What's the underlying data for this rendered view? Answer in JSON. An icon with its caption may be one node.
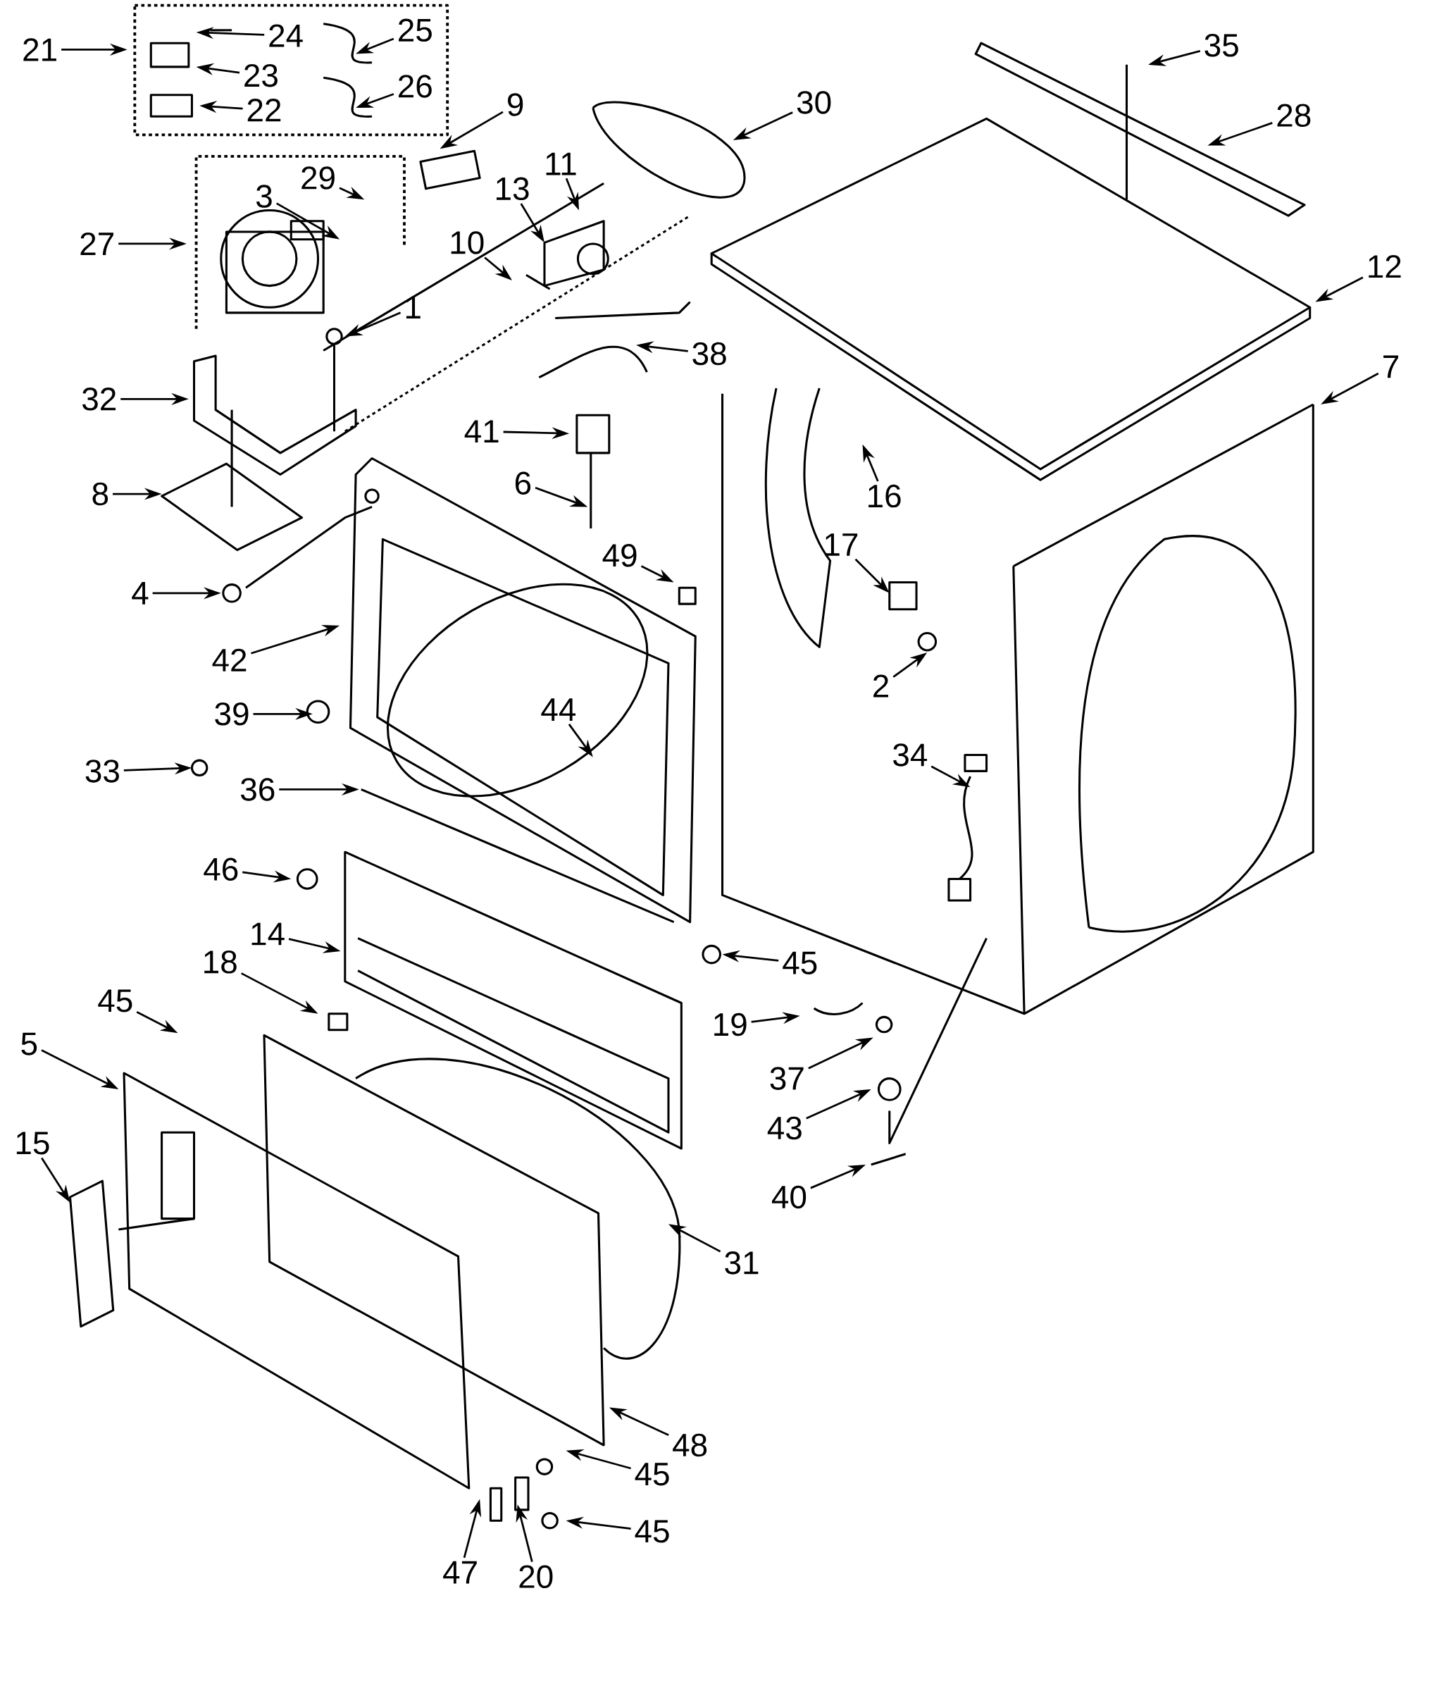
{
  "diagram": {
    "nodes": [
      {
        "text": [
          "21"
        ]
      },
      {
        "text": [
          "24"
        ]
      },
      {
        "text": [
          "25"
        ]
      },
      {
        "text": [
          "23"
        ]
      },
      {
        "text": [
          "26"
        ]
      },
      {
        "text": [
          "22"
        ]
      },
      {
        "text": [
          "9"
        ]
      },
      {
        "text": [
          "30"
        ]
      },
      {
        "text": [
          "35"
        ]
      },
      {
        "text": [
          "28"
        ]
      },
      {
        "text": [
          "29"
        ]
      },
      {
        "text": [
          "3"
        ]
      },
      {
        "text": [
          "13"
        ]
      },
      {
        "text": [
          "11"
        ]
      },
      {
        "text": [
          "27"
        ]
      },
      {
        "text": [
          "10"
        ]
      },
      {
        "text": [
          "12"
        ]
      },
      {
        "text": [
          "1"
        ]
      },
      {
        "text": [
          "38"
        ]
      },
      {
        "text": [
          "7"
        ]
      },
      {
        "text": [
          "32"
        ]
      },
      {
        "text": [
          "41"
        ]
      },
      {
        "text": [
          "16"
        ]
      },
      {
        "text": [
          "6"
        ]
      },
      {
        "text": [
          "8"
        ]
      },
      {
        "text": [
          "17"
        ]
      },
      {
        "text": [
          "49"
        ]
      },
      {
        "text": [
          "4"
        ]
      },
      {
        "text": [
          "42"
        ]
      },
      {
        "text": [
          "2"
        ]
      },
      {
        "text": [
          "39"
        ]
      },
      {
        "text": [
          "44"
        ]
      },
      {
        "text": [
          "34"
        ]
      },
      {
        "text": [
          "33"
        ]
      },
      {
        "text": [
          "36"
        ]
      },
      {
        "text": [
          "46"
        ]
      },
      {
        "text": [
          "14"
        ]
      },
      {
        "text": [
          "45"
        ]
      },
      {
        "text": [
          "18"
        ]
      },
      {
        "text": [
          "19"
        ]
      },
      {
        "text": [
          "45"
        ]
      },
      {
        "text": [
          "5"
        ]
      },
      {
        "text": [
          "37"
        ]
      },
      {
        "text": [
          "43"
        ]
      },
      {
        "text": [
          "40"
        ]
      },
      {
        "text": [
          "15"
        ]
      },
      {
        "text": [
          "31"
        ]
      },
      {
        "text": [
          "48"
        ]
      },
      {
        "text": [
          "45"
        ]
      },
      {
        "text": [
          "45"
        ]
      },
      {
        "text": [
          "47"
        ]
      },
      {
        "text": [
          "20"
        ]
      }
    ],
    "edges": [
      {
        "from": 0,
        "to": null,
        "arrow": "to"
      },
      {
        "from": 1,
        "to": null,
        "arrow": "to"
      },
      {
        "from": 2,
        "to": null,
        "arrow": "to"
      },
      {
        "from": 3,
        "to": null,
        "arrow": "to"
      },
      {
        "from": 4,
        "to": null,
        "arrow": "to"
      },
      {
        "from": 5,
        "to": null,
        "arrow": "to"
      },
      {
        "from": 6,
        "to": null,
        "arrow": "to"
      },
      {
        "from": 7,
        "to": null,
        "arrow": "to"
      },
      {
        "from": 8,
        "to": null,
        "arrow": "to"
      },
      {
        "from": 9,
        "to": null,
        "arrow": "to"
      },
      {
        "from": 10,
        "to": null,
        "arrow": "to"
      },
      {
        "from": 11,
        "to": null,
        "arrow": "to"
      },
      {
        "from": 12,
        "to": null,
        "arrow": "to"
      },
      {
        "from": 13,
        "to": null,
        "arrow": "to"
      },
      {
        "from": 14,
        "to": null,
        "arrow": "to"
      },
      {
        "from": 15,
        "to": null,
        "arrow": "to"
      },
      {
        "from": 16,
        "to": null,
        "arrow": "to"
      },
      {
        "from": 17,
        "to": null,
        "arrow": "to"
      },
      {
        "from": 18,
        "to": null,
        "arrow": "to"
      },
      {
        "from": 19,
        "to": null,
        "arrow": "to"
      },
      {
        "from": 20,
        "to": null,
        "arrow": "to"
      },
      {
        "from": 21,
        "to": null,
        "arrow": "to"
      },
      {
        "from": 22,
        "to": null,
        "arrow": "to"
      },
      {
        "from": 23,
        "to": null,
        "arrow": "to"
      },
      {
        "from": 24,
        "to": null,
        "arrow": "to"
      },
      {
        "from": 25,
        "to": null,
        "arrow": "to"
      },
      {
        "from": 26,
        "to": null,
        "arrow": "to"
      },
      {
        "from": 27,
        "to": null,
        "arrow": "to"
      },
      {
        "from": 28,
        "to": null,
        "arrow": "to"
      },
      {
        "from": 29,
        "to": null,
        "arrow": "to"
      },
      {
        "from": 30,
        "to": null,
        "arrow": "to"
      },
      {
        "from": 31,
        "to": null,
        "arrow": "to"
      },
      {
        "from": 32,
        "to": null,
        "arrow": "to"
      },
      {
        "from": 33,
        "to": null,
        "arrow": "to"
      },
      {
        "from": 34,
        "to": null,
        "arrow": "to"
      },
      {
        "from": 35,
        "to": null,
        "arrow": "to"
      },
      {
        "from": 36,
        "to": null,
        "arrow": "to"
      },
      {
        "from": 37,
        "to": null,
        "arrow": "to"
      },
      {
        "from": 38,
        "to": null,
        "arrow": "to"
      },
      {
        "from": 39,
        "to": null,
        "arrow": "to"
      },
      {
        "from": 40,
        "to": null,
        "arrow": "to"
      },
      {
        "from": 41,
        "to": null,
        "arrow": "to"
      },
      {
        "from": 42,
        "to": null,
        "arrow": "to"
      },
      {
        "from": 43,
        "to": null,
        "arrow": "to"
      },
      {
        "from": 44,
        "to": null,
        "arrow": "to"
      },
      {
        "from": 45,
        "to": null,
        "arrow": "to"
      },
      {
        "from": 46,
        "to": null,
        "arrow": "to"
      },
      {
        "from": 47,
        "to": null,
        "arrow": "to"
      },
      {
        "from": 48,
        "to": null,
        "arrow": "to"
      },
      {
        "from": 49,
        "to": null,
        "arrow": "to"
      },
      {
        "from": 50,
        "to": null,
        "arrow": "to"
      },
      {
        "from": 51,
        "to": null,
        "arrow": "to"
      }
    ]
  }
}
